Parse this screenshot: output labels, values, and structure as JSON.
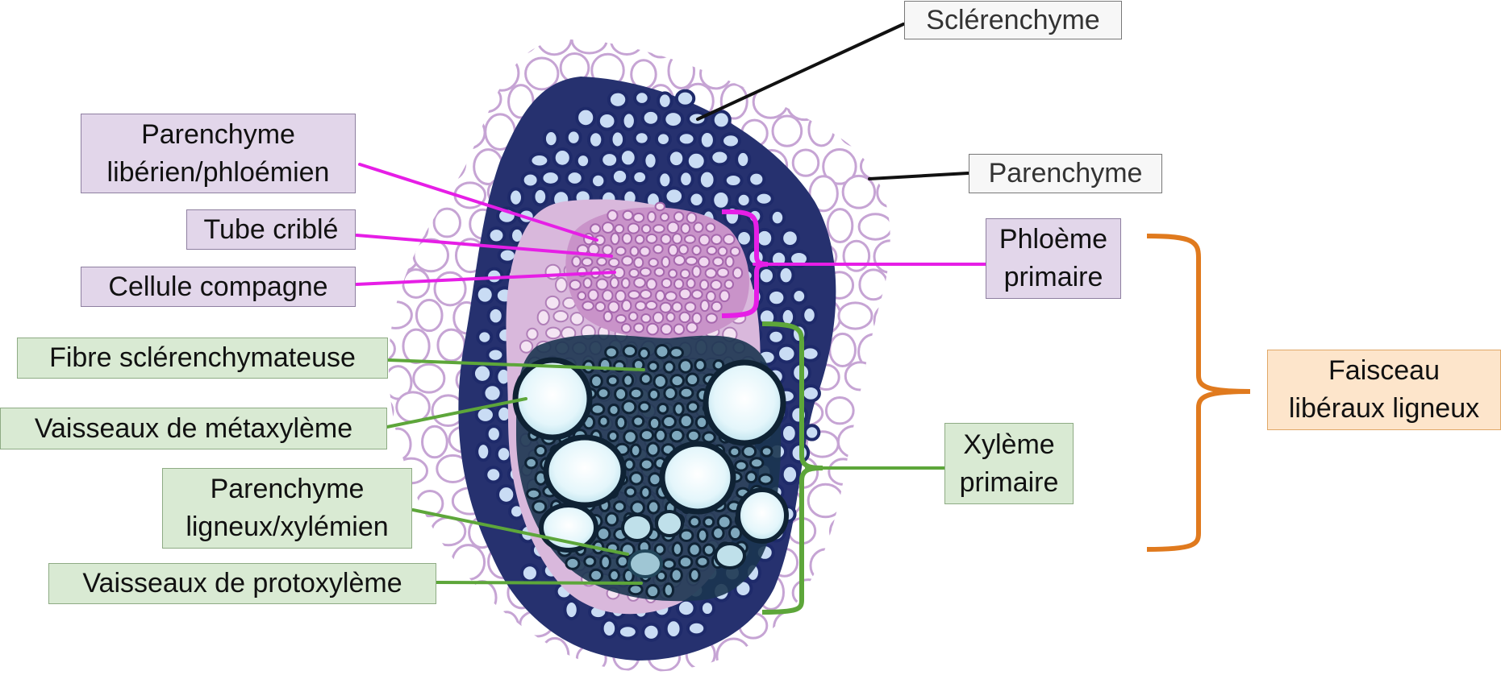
{
  "labels": {
    "sclerenchyme": "Sclérenchyme",
    "parenchyme": "Parenchyme",
    "parenchyme_liberien": [
      "Parenchyme",
      "libérien/phloémien"
    ],
    "tube_crible": "Tube criblé",
    "cellule_compagne": "Cellule compagne",
    "phloeme_primaire": [
      "Phloème",
      "primaire"
    ],
    "fibre_sclerenchymateuse": "Fibre sclérenchymateuse",
    "vaisseaux_metaxyleme": "Vaisseaux de métaxylème",
    "parenchyme_ligneux": [
      "Parenchyme",
      "ligneux/xylémien"
    ],
    "vaisseaux_protoxyleme": "Vaisseaux de protoxylème",
    "xyleme_primaire": [
      "Xylème",
      "primaire"
    ],
    "faisceau": [
      "Faisceau",
      "libéraux ligneux"
    ]
  },
  "colors": {
    "phloem_leader": "#e61ee6",
    "xylem_leader": "#5da63a",
    "bundle_brace": "#e07a1e",
    "black_leader": "#111111",
    "sclerenchyma": "#1e2a6a",
    "sclerenchyma_lumen": "#c9dcf4",
    "phloem_tissue": "#c997cc",
    "parenchyma_wall": "#c6a4d4",
    "vessel_lumen": "#eef9fc",
    "vessel_wall": "#12243a"
  }
}
